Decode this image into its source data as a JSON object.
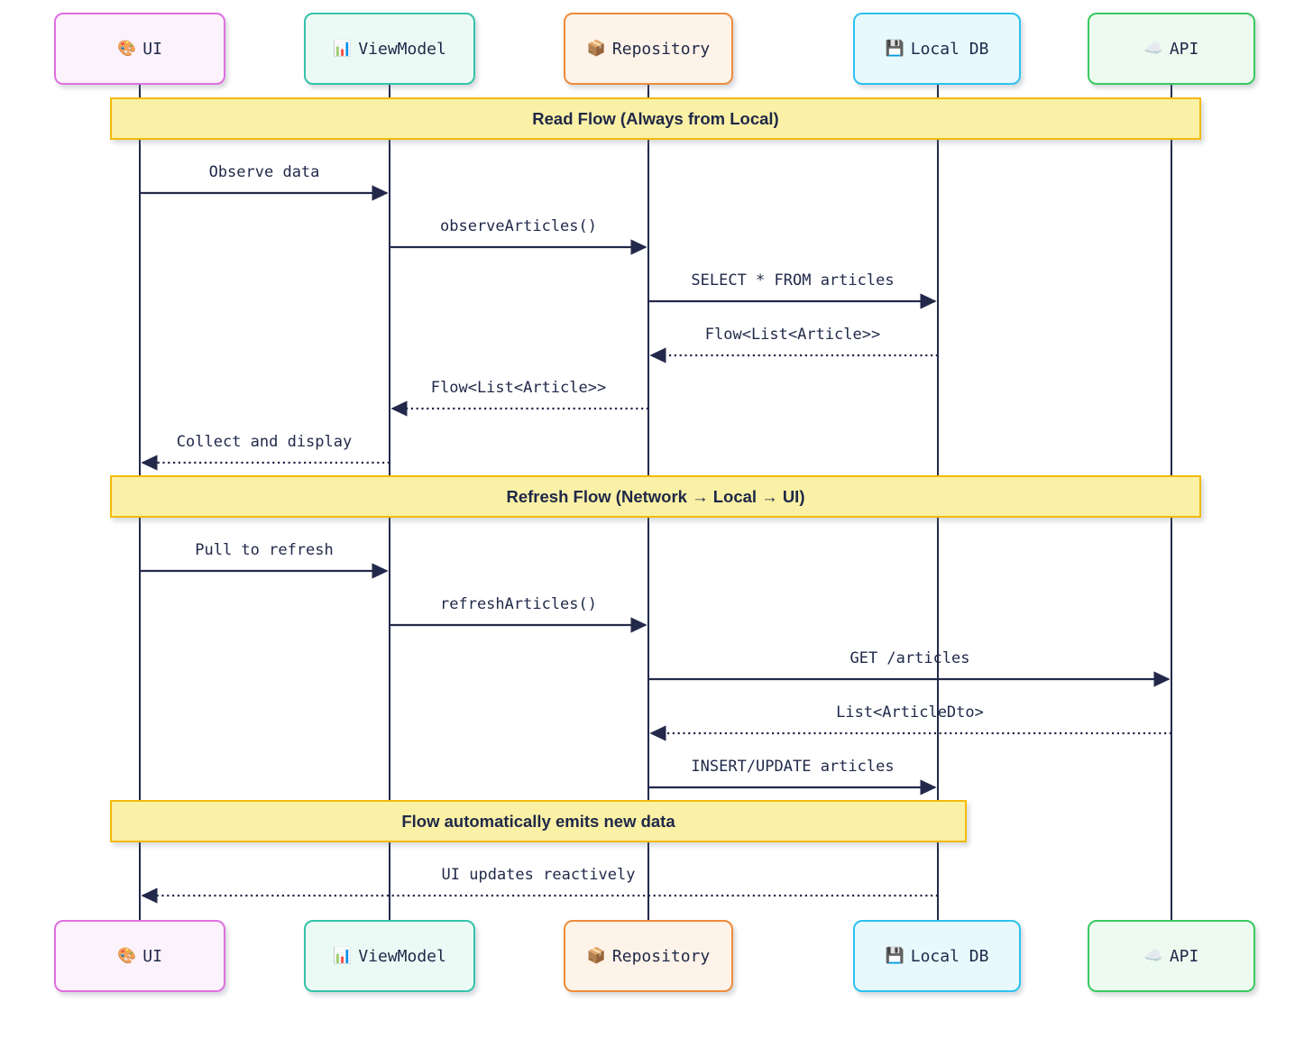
{
  "diagram": {
    "title": "Offline-first article repository sequence diagram",
    "participants": [
      {
        "icon": "🎨",
        "icon_name": "palette-icon",
        "label": "UI"
      },
      {
        "icon": "📊",
        "icon_name": "bar-chart-icon",
        "label": "ViewModel"
      },
      {
        "icon": "📦",
        "icon_name": "package-icon",
        "label": "Repository"
      },
      {
        "icon": "💾",
        "icon_name": "floppy-disk-icon",
        "label": "Local DB"
      },
      {
        "icon": "☁️",
        "icon_name": "cloud-icon",
        "label": "API"
      }
    ],
    "notes": [
      {
        "label": "Read Flow (Always from Local)",
        "over": "UI to API"
      },
      {
        "label": "Refresh Flow (Network → Local → UI)",
        "over": "UI to API"
      },
      {
        "label": "Flow automatically emits new data",
        "over": "UI to Local DB"
      }
    ],
    "messages": [
      {
        "label": "Observe data",
        "from": "UI",
        "to": "ViewModel",
        "line": "solid"
      },
      {
        "label": "observeArticles()",
        "from": "ViewModel",
        "to": "Repository",
        "line": "solid"
      },
      {
        "label": "SELECT * FROM articles",
        "from": "Repository",
        "to": "Local DB",
        "line": "solid"
      },
      {
        "label": "Flow<List<Article>>",
        "from": "Local DB",
        "to": "Repository",
        "line": "dashed"
      },
      {
        "label": "Flow<List<Article>>",
        "from": "Repository",
        "to": "ViewModel",
        "line": "dashed"
      },
      {
        "label": "Collect and display",
        "from": "ViewModel",
        "to": "UI",
        "line": "dashed"
      },
      {
        "label": "Pull to refresh",
        "from": "UI",
        "to": "ViewModel",
        "line": "solid"
      },
      {
        "label": "refreshArticles()",
        "from": "ViewModel",
        "to": "Repository",
        "line": "solid"
      },
      {
        "label": "GET /articles",
        "from": "Repository",
        "to": "API",
        "line": "solid"
      },
      {
        "label": "List<ArticleDto>",
        "from": "API",
        "to": "Repository",
        "line": "dashed"
      },
      {
        "label": "INSERT/UPDATE articles",
        "from": "Repository",
        "to": "Local DB",
        "line": "solid"
      },
      {
        "label": "UI updates reactively",
        "from": "Local DB",
        "to": "UI",
        "line": "dashed"
      }
    ],
    "colors": {
      "ui_border": "#e06fe0",
      "ui_bg": "#fcf2fc",
      "viewmodel_border": "#34c3a9",
      "viewmodel_bg": "#ecfaf5",
      "repository_border": "#ee8b3b",
      "repository_bg": "#fdf3e8",
      "localdb_border": "#2bc2ef",
      "localdb_bg": "#e8f9fe",
      "api_border": "#39c95f",
      "api_bg": "#edfaf0",
      "note_bg": "#fbf1a6",
      "note_border": "#f2ba0c",
      "line": "#23294a",
      "text": "#1f2848",
      "page_bg": "#ffffff"
    }
  }
}
